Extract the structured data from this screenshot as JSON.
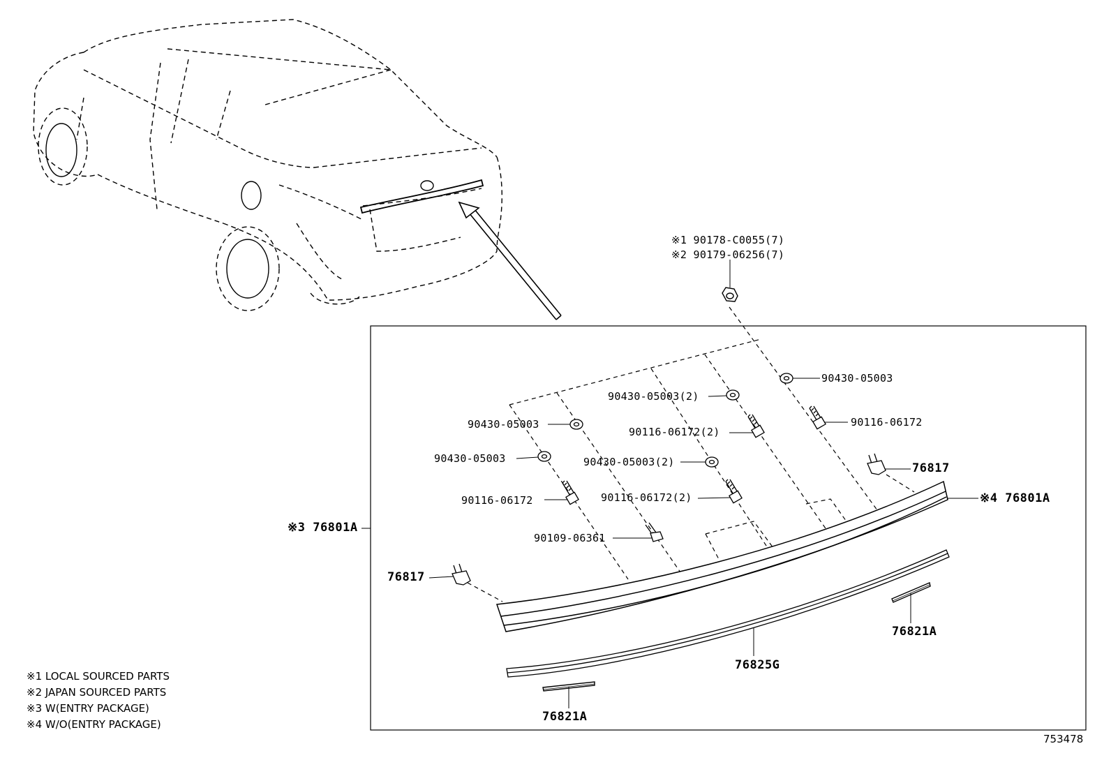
{
  "callouts": {
    "nut_local": "※1 90178-C0055(7)",
    "nut_japan": "※2 90179-06256(7)",
    "washer_r1": "90430-05003",
    "washer_c1": "90430-05003(2)",
    "washer_l1": "90430-05003",
    "washer_l2": "90430-05003",
    "washer_c2": "90430-05003(2)",
    "bolt_r1": "90116-06172",
    "bolt_c1": "90116-06172(2)",
    "bolt_l1": "90116-06172",
    "bolt_c2": "90116-06172(2)",
    "screw": "90109-06361",
    "clip_right": "76817",
    "clip_left": "76817",
    "garnish_left": "※3 76801A",
    "garnish_right": "※4 76801A",
    "tape_right": "76821A",
    "tape_left": "76821A",
    "moulding": "76825G"
  },
  "legend": [
    "※1 LOCAL SOURCED PARTS",
    "※2 JAPAN SOURCED PARTS",
    "※3 W(ENTRY PACKAGE)",
    "※4 W/O(ENTRY PACKAGE)"
  ],
  "figure_code": "753478"
}
